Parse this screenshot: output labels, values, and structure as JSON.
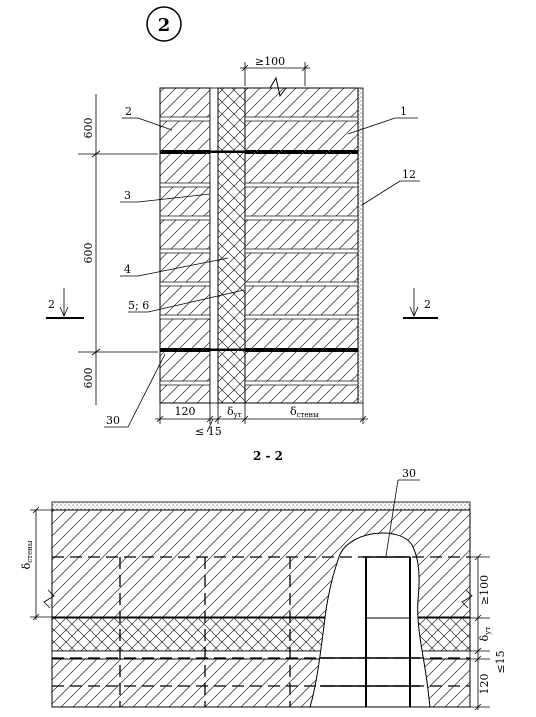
{
  "drawing_number": "2",
  "top_view": {
    "dim_anchor_min": "≥100",
    "dim_height_top": "600",
    "dim_height_mid": "600",
    "dim_height_bot": "600",
    "dim_width_left": "120",
    "dim_delta_main": "δ",
    "dim_delta_ut_sub": "ут",
    "dim_delta_wall_sub": "стены",
    "dim_gap": "≤ 15",
    "callouts": [
      "1",
      "2",
      "3",
      "4",
      "5; 6",
      "12",
      "30"
    ],
    "section_mark": "2"
  },
  "section": {
    "title": "2 - 2",
    "callout": "30",
    "dim_right_top": "≥100",
    "dim_right_delta": "δ",
    "dim_right_delta_sub": "ут",
    "dim_right_gap": "≤15",
    "dim_right_bottom": "120",
    "dim_left_delta": "δ",
    "dim_left_delta_sub": "стены"
  },
  "colors": {
    "line": "#000000",
    "background": "#ffffff"
  }
}
